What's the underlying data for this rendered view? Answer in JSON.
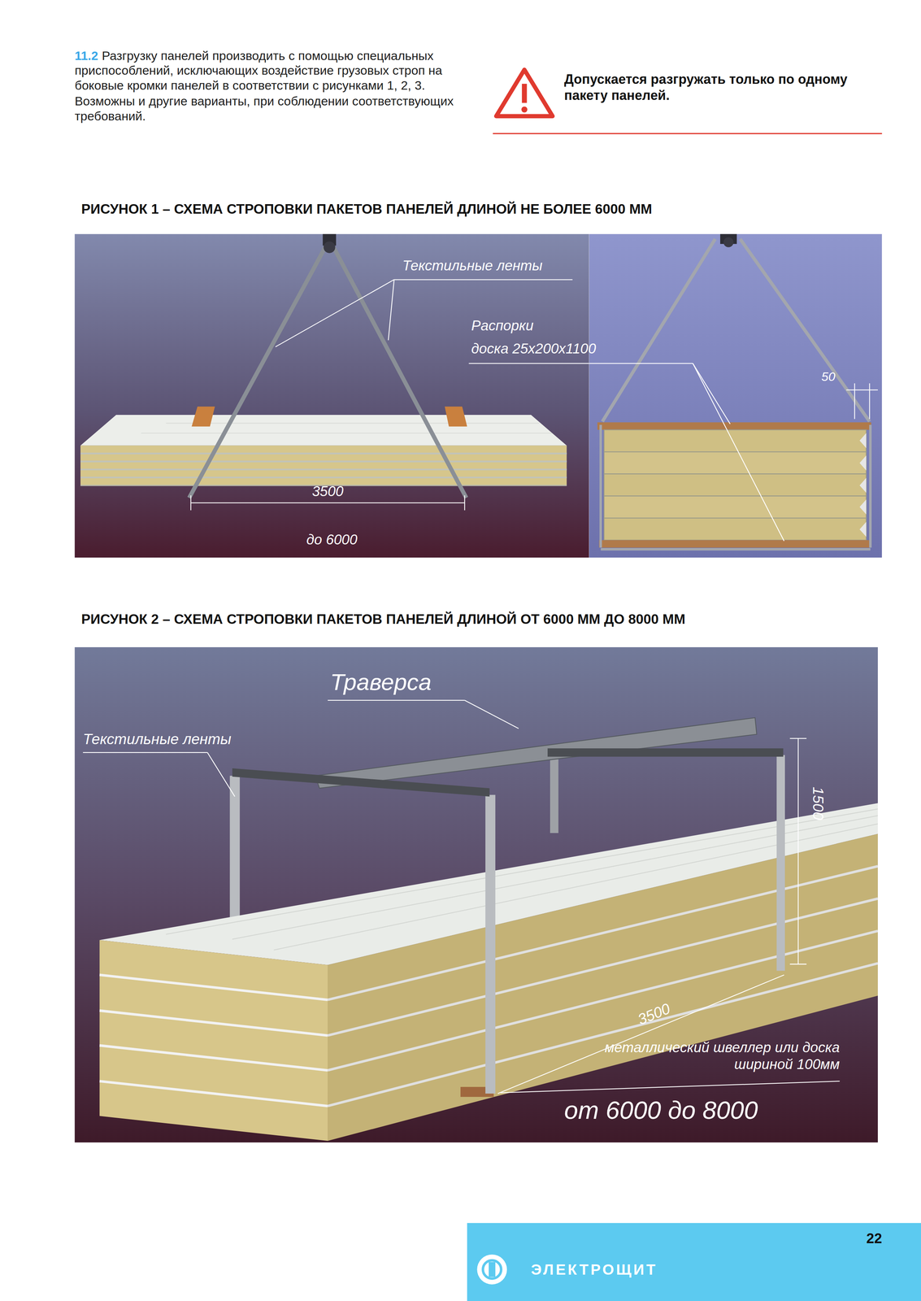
{
  "diagram": {
    "labels": [
      "11.2",
      "Разгрузку панелей производить с помощью специальных приспособлений, исключающих воздействие грузовых строп на боковые кромки панелей в соответствии с рисунками 1, 2, 3.",
      "Возможны и другие варианты, при соблюдении соответствующих требований.",
      "Допускается разгружать только по одному пакету панелей.",
      "РИСУНОК 1 – СХЕМА СТРОПОВКИ ПАКЕТОВ ПАНЕЛЕЙ ДЛИНОЙ НЕ БОЛЕЕ 6000 ММ",
      "Текстильные ленты",
      "Распорки",
      "доска 25х200х1100",
      "50",
      "3500",
      "до 6000",
      "РИСУНОК 2 – СХЕМА СТРОПОВКИ ПАКЕТОВ ПАНЕЛЕЙ ДЛИНОЙ ОТ 6000 ММ ДО 8000 ММ",
      "Траверса",
      "Текстильные ленты",
      "1500",
      "3500",
      "металлический швеллер или доска шириной 100мм",
      "от 6000 до 8000",
      "22",
      "ЭЛЕКТРОЩИТ"
    ]
  }
}
